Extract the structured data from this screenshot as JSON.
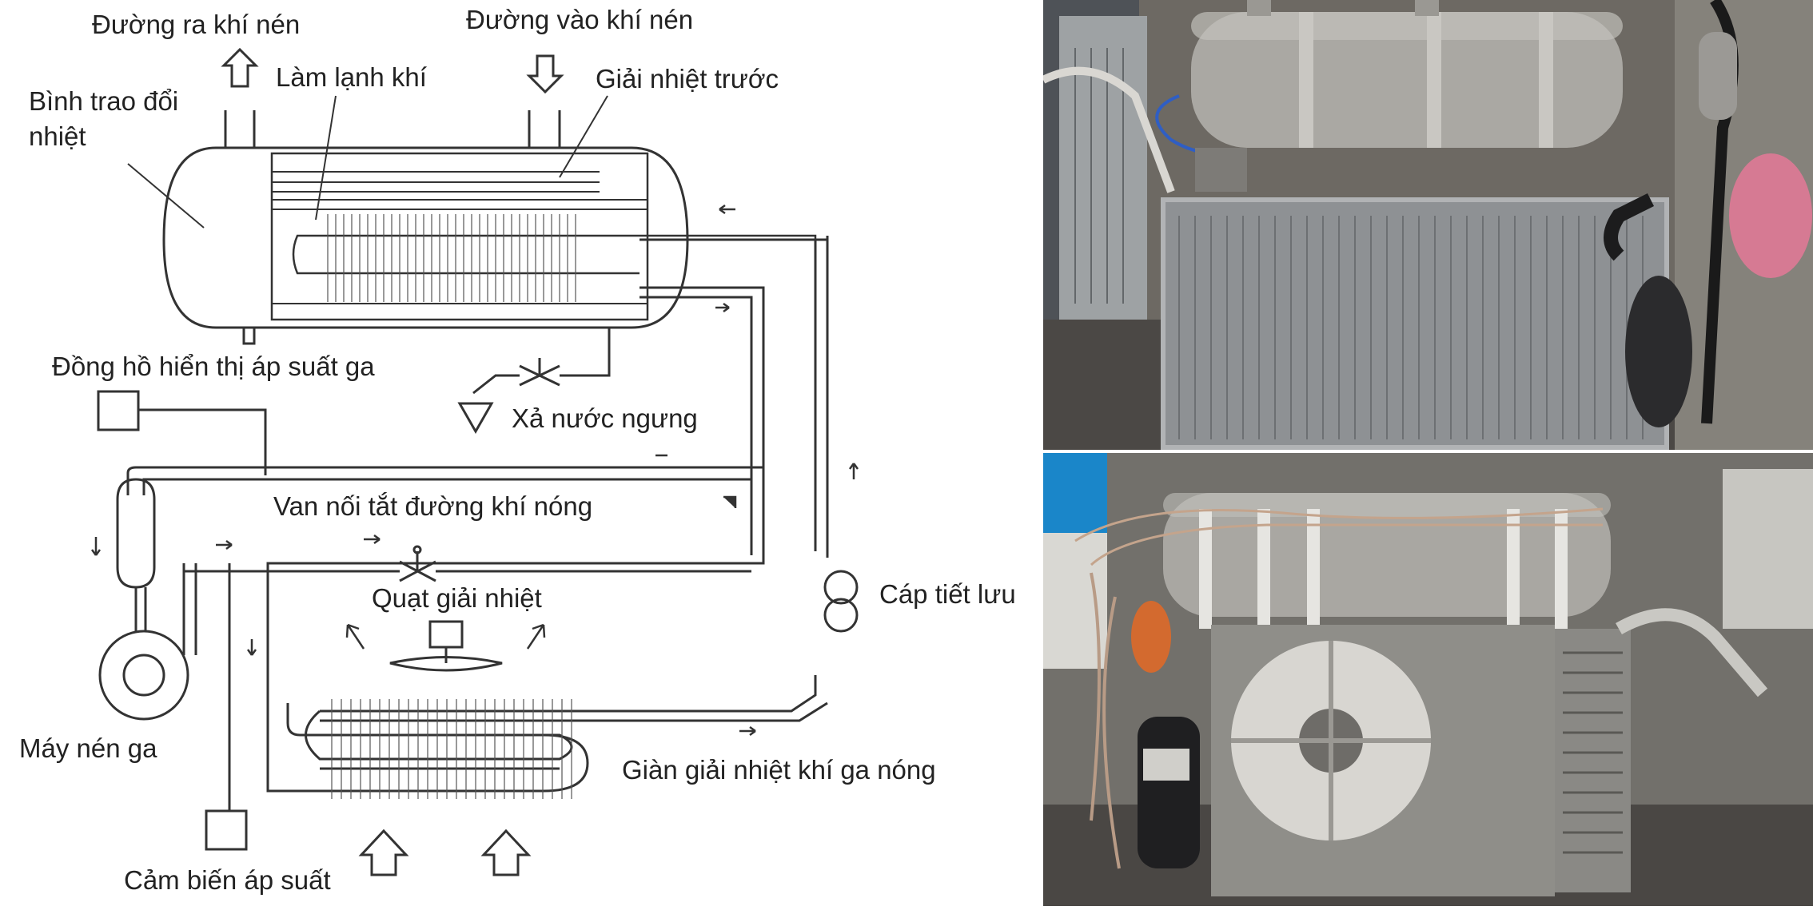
{
  "diagram": {
    "labels": {
      "outlet": "Đường ra khí nén",
      "inlet": "Đường vào khí nén",
      "air_cooling": "Làm lạnh khí",
      "precooling": "Giải nhiệt trước",
      "heat_exchanger_line1": "Bình trao đổi",
      "heat_exchanger_line2": "nhiệt",
      "gauge": "Đồng hồ hiển thị áp suất ga",
      "drain": "Xả nước ngưng",
      "bypass_valve": "Van nối tắt đường khí nóng",
      "fan": "Quạt giải nhiệt",
      "capillary": "Cáp tiết lưu",
      "compressor": "Máy nén ga",
      "condenser": "Giàn giải nhiệt khí ga nóng",
      "pressure_sensor": "Cảm biến áp suất"
    }
  },
  "colors": {
    "line": "#333333",
    "tank_body": "#a9a7a2",
    "radiator": "#8e9194",
    "floor": "#4a4744"
  }
}
